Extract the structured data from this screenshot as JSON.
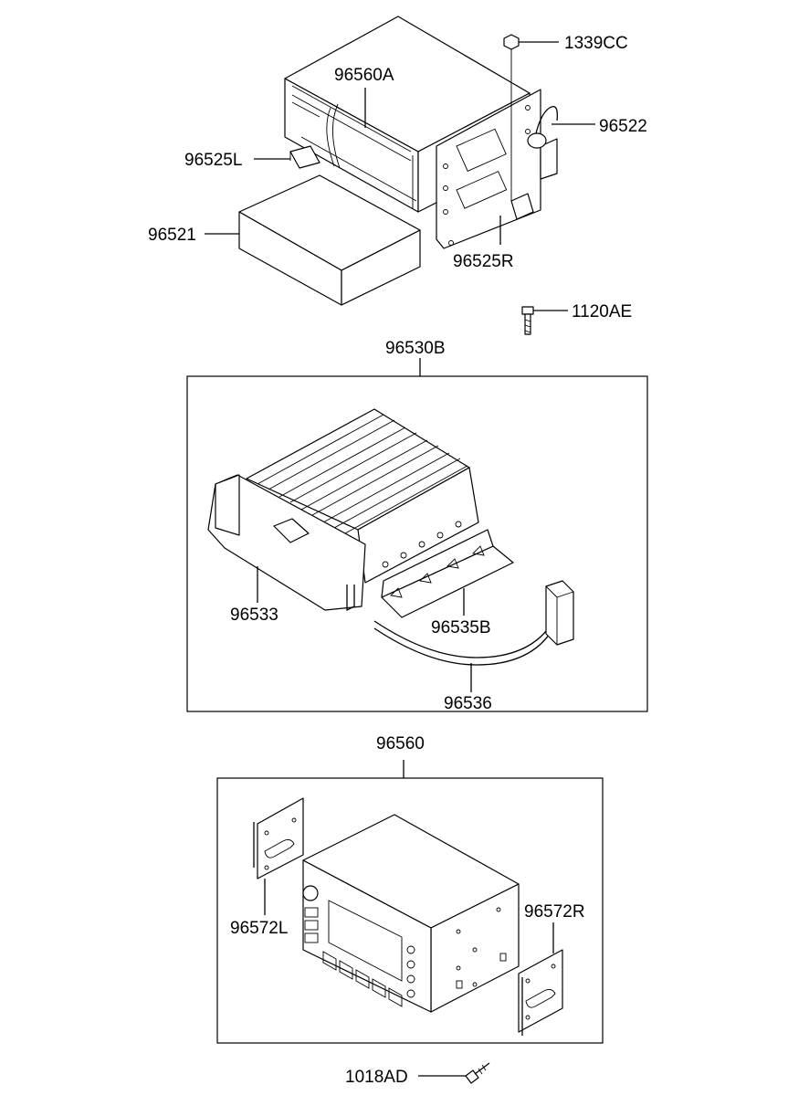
{
  "parts": {
    "p1339CC": "1339CC",
    "p96560A": "96560A",
    "p96522": "96522",
    "p96525L": "96525L",
    "p96521": "96521",
    "p96525R": "96525R",
    "p1120AE": "1120AE",
    "p96530B": "96530B",
    "p96533": "96533",
    "p96535B": "96535B",
    "p96536": "96536",
    "p96560": "96560",
    "p96572L": "96572L",
    "p96572R": "96572R",
    "p1018AD": "1018AD"
  },
  "icons": [
    "hex-nut-icon",
    "bolt-icon",
    "screw-icon"
  ]
}
